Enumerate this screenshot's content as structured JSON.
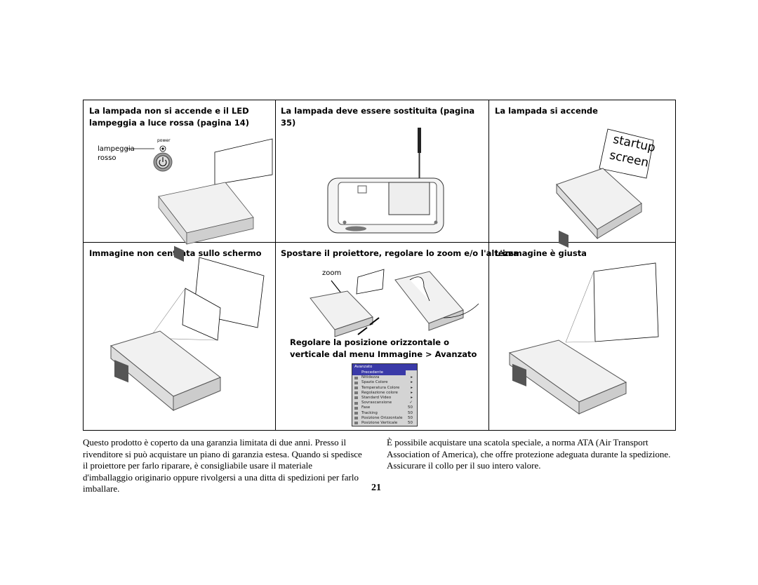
{
  "cells": {
    "c1": "La lampada non si accende e il LED lampeggia a luce rossa (pagina 14)",
    "c2": "La lampada deve essere sostituita (pagina 35)",
    "c3": "La lampada si accende",
    "c4": "Immagine non centrata sullo schermo",
    "c5": "Spostare il proiettore, regolare lo zoom e/o l'altezza",
    "c6": "L'immagine è giusta",
    "c5b": "Regolare la posizione orizzontale o verticale dal menu Immagine > Avanzato"
  },
  "labels": {
    "lampeggia": "lampeggia",
    "rosso": "rosso",
    "power": "power",
    "startup": "startup",
    "screen": "screen",
    "zoom": "zoom"
  },
  "menu": {
    "title": "Avanzato",
    "items": [
      {
        "label": "Precedente",
        "value": ""
      },
      {
        "label": "Nitidezza",
        "value": "▸"
      },
      {
        "label": "Spazio Colore",
        "value": "▸"
      },
      {
        "label": "Temperatura Colore",
        "value": "▸"
      },
      {
        "label": "Regolazione colore",
        "value": "▸"
      },
      {
        "label": "Standard Video",
        "value": "▸"
      },
      {
        "label": "Sovrascansione",
        "value": "✓"
      },
      {
        "label": "Fase",
        "value": "50"
      },
      {
        "label": "Tracking",
        "value": "50"
      },
      {
        "label": "Posizione Orizzontale",
        "value": "50"
      },
      {
        "label": "Posizione Verticale",
        "value": "50"
      }
    ]
  },
  "text": {
    "left": "Questo prodotto è coperto da una garanzia limitata di due anni. Presso il rivenditore si può acquistare un piano di garanzia estesa. Quando si spedisce il proiettore per farlo riparare, è consigliabile usare il materiale d'imballaggio originario oppure rivolgersi a una ditta di spedizioni per farlo imballare.",
    "right": "È possibile acquistare una scatola speciale, a norma ATA (Air Transport Association of America), che offre protezione adeguata durante la spedizione. Assicurare il collo per il suo intero valore.",
    "page_number": "21"
  }
}
